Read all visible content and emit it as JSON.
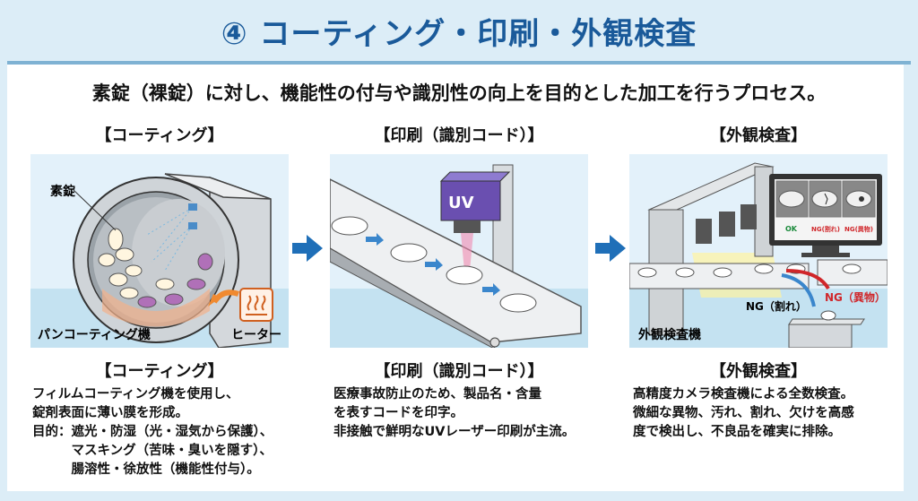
{
  "header": {
    "title": "④ コーティング・印刷・外観検査"
  },
  "subtitle": "素錠（裸錠）に対し、機能性の付与や識別性の向上を目的とした加工を行うプロセス。",
  "colors": {
    "title": "#1a5a9a",
    "arrow": "#1f6fb8",
    "ok": "#1a8a3a",
    "ng": "#d0262a",
    "uv_head": "#6a4fb0"
  },
  "columns": [
    {
      "title": "【コーティング】",
      "illustration": {
        "tablet_label": "素錠",
        "machine_label": "パンコーティング機",
        "heater_label": "ヒーター",
        "heater_icon": "heat-waves-icon"
      },
      "bottom_title": "【コーティング】",
      "lines": [
        "フィルムコーティング機を使用し、",
        "錠剤表面に薄い膜を形成。",
        "目的：遮光・防湿（光・湿気から保護）、",
        "　　　マスキング（苦味・臭いを隠す）、",
        "　　　腸溶性・徐放性（機能性付与）。"
      ]
    },
    {
      "title": "【印刷（識別コード）】",
      "illustration": {
        "printer_label": "UV"
      },
      "bottom_title": "【印刷（識別コード）】",
      "lines": [
        "医療事故防止のため、製品名・含量",
        "を表すコードを印字。",
        "非接触で鮮明なUVレーザー印刷が主流。"
      ]
    },
    {
      "title": "【外観検査】",
      "illustration": {
        "monitor_results": [
          "OK",
          "NG(割れ)",
          "NG(異物)"
        ],
        "reject_crack": "NG（割れ）",
        "reject_foreign": "NG（異物）",
        "machine_label": "外観検査機"
      },
      "bottom_title": "【外観検査】",
      "lines": [
        "高精度カメラ検査機による全数検査。",
        "微細な異物、汚れ、割れ、欠けを高感",
        "度で検出し、不良品を確実に排除。"
      ]
    }
  ]
}
